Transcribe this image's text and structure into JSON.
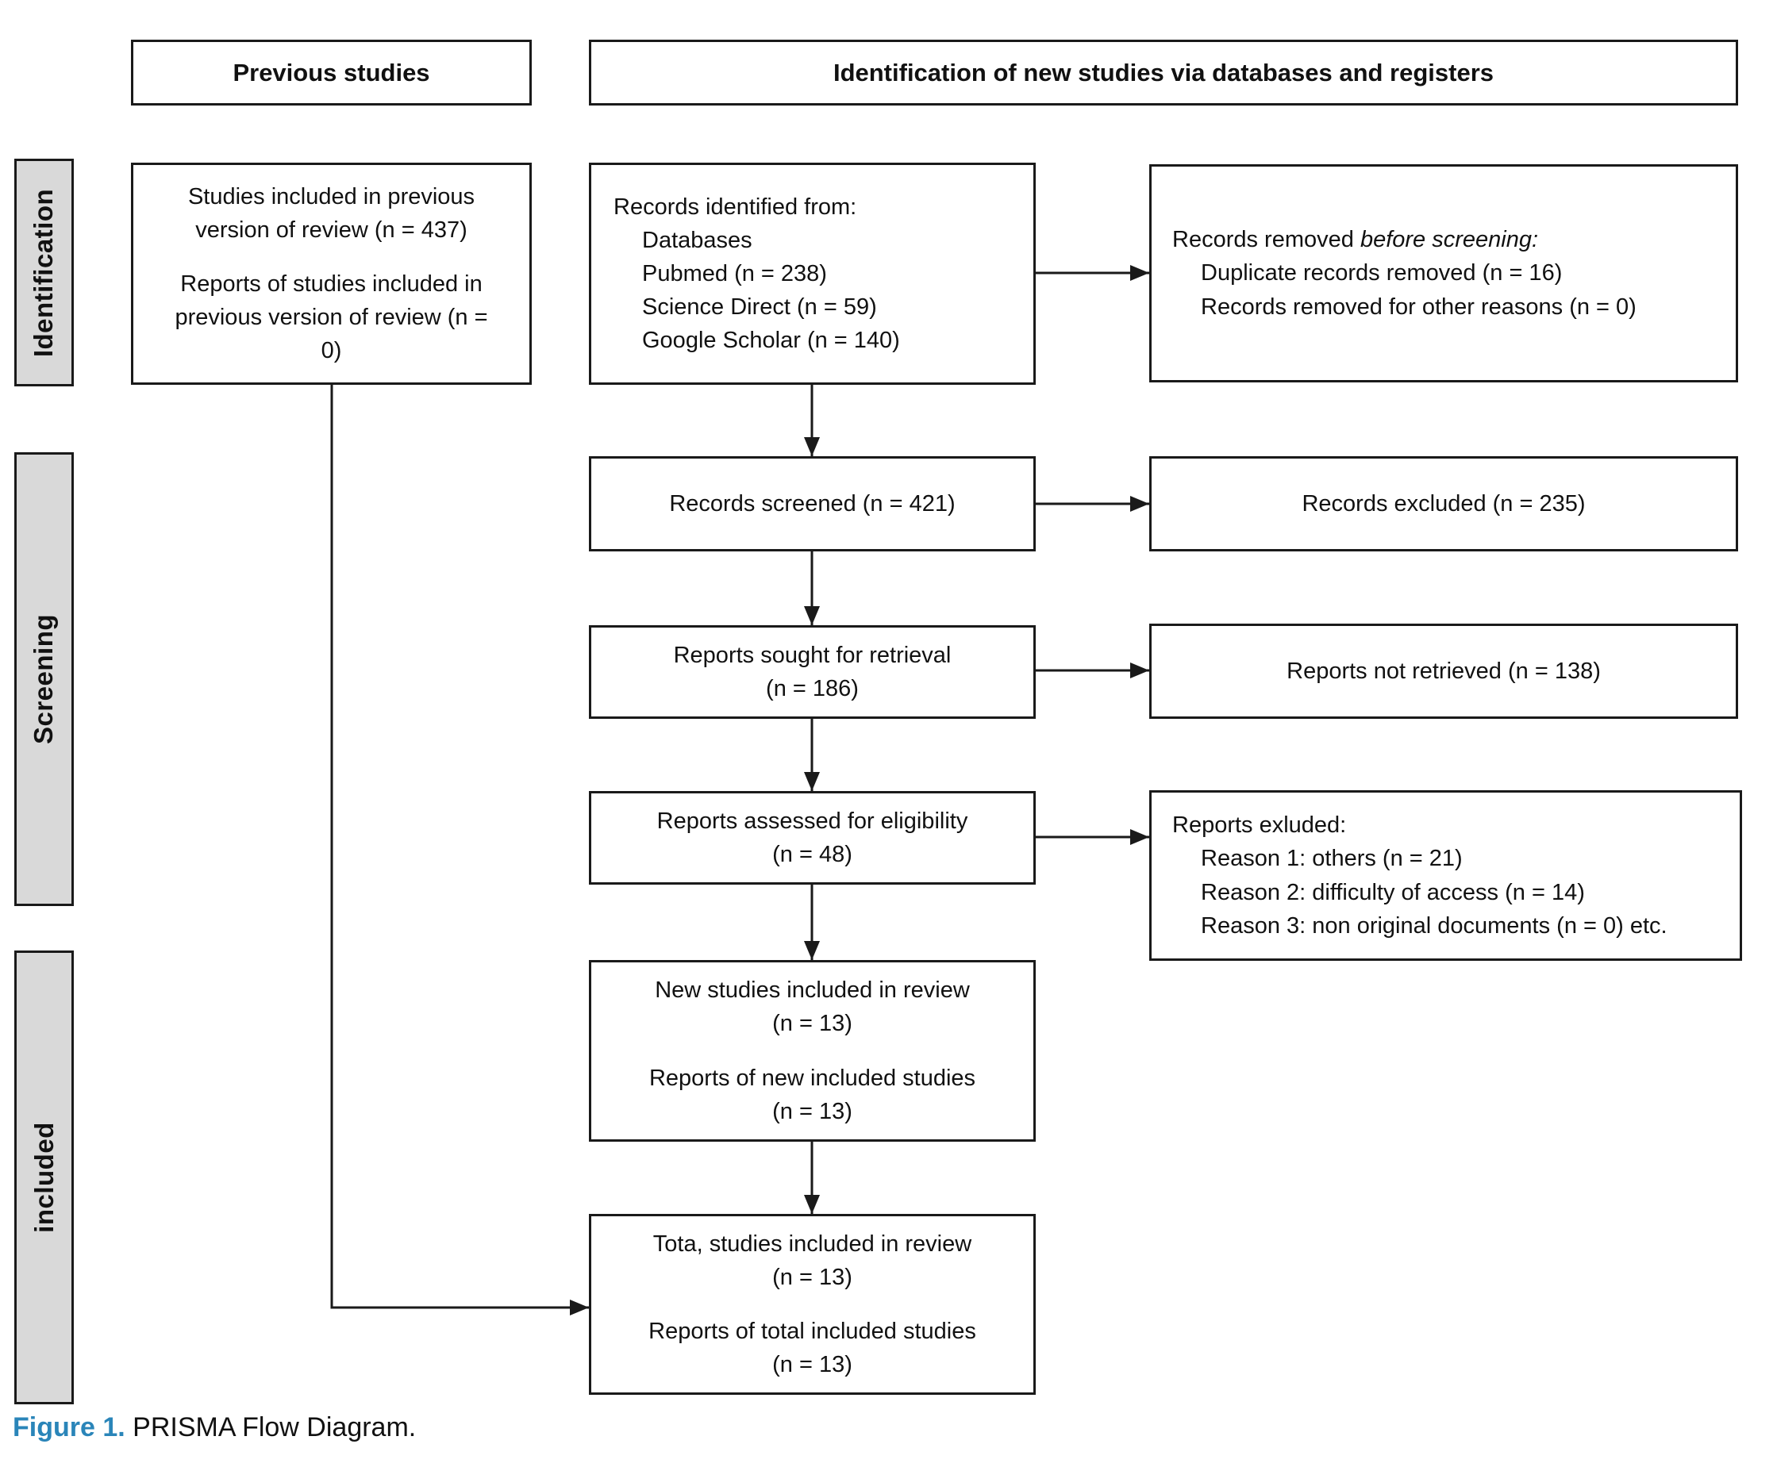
{
  "headers": {
    "previous": "Previous studies",
    "identification": "Identification of new studies via databases and registers"
  },
  "stages": {
    "identification": "Identification",
    "screening": "Screening",
    "included": "included"
  },
  "boxes": {
    "previous_studies": {
      "para1": "Studies included in previous version of review (n = 437)",
      "para2": "Reports of studies included in previous version of review (n = 0)"
    },
    "records_identified": {
      "title": "Records identified from:",
      "items": [
        "Databases",
        "Pubmed (n = 238)",
        "Science Direct (n = 59)",
        "Google Scholar (n = 140)"
      ]
    },
    "records_removed": {
      "title_normal": "Records removed ",
      "title_italic": "before screening:",
      "items": [
        "Duplicate records removed (n = 16)",
        "Records removed for other reasons (n = 0)"
      ]
    },
    "records_screened": {
      "text": "Records screened (n = 421)"
    },
    "records_excluded": {
      "text": "Records excluded (n = 235)"
    },
    "reports_sought": {
      "line1": "Reports sought for retrieval",
      "line2": "(n = 186)"
    },
    "reports_not_retrieved": {
      "text": "Reports not retrieved (n = 138)"
    },
    "reports_assessed": {
      "line1": "Reports assessed for eligibility",
      "line2": "(n = 48)"
    },
    "reports_excluded": {
      "title": "Reports exluded:",
      "items": [
        "Reason 1: others (n = 21)",
        "Reason 2: difficulty of access (n = 14)",
        "Reason 3: non original documents (n = 0) etc."
      ]
    },
    "new_studies": {
      "para1_line1": "New studies included in review",
      "para1_line2": "(n = 13)",
      "para2_line1": "Reports of new included studies",
      "para2_line2": "(n = 13)"
    },
    "total_studies": {
      "para1_line1": "Tota, studies included in review",
      "para1_line2": "(n = 13)",
      "para2_line1": "Reports of total included studies",
      "para2_line2": "(n = 13)"
    }
  },
  "caption": {
    "label": "Figure 1.",
    "text": " PRISMA Flow Diagram."
  },
  "colors": {
    "stage_tab_fill": "#d9d9d9",
    "box_border": "#1a1a1a",
    "caption_accent": "#2a85b9"
  }
}
